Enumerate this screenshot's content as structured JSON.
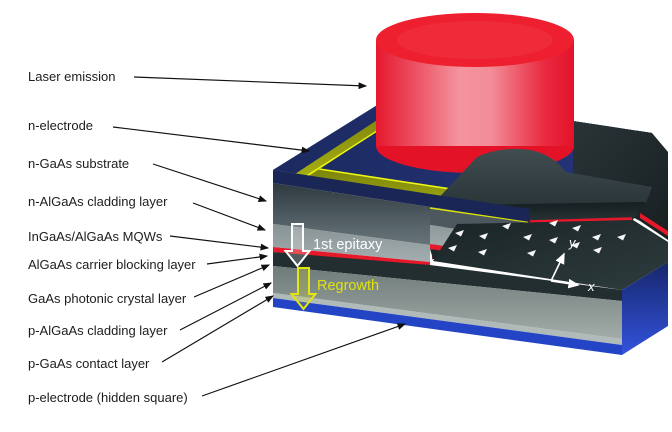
{
  "diagram": {
    "title_hint": "Layer structure of a photonic-crystal surface-emitting laser",
    "labels": [
      {
        "text": "Laser emission"
      },
      {
        "text": "n-electrode"
      },
      {
        "text": "n-GaAs substrate"
      },
      {
        "text": "n-AlGaAs cladding layer"
      },
      {
        "text": "InGaAs/AlGaAs MQWs"
      },
      {
        "text": "AlGaAs carrier blocking layer"
      },
      {
        "text": "GaAs photonic crystal layer"
      },
      {
        "text": "p-AlGaAs cladding layer"
      },
      {
        "text": "p-GaAs contact layer"
      },
      {
        "text": "p-electrode (hidden square)"
      }
    ],
    "process_annotations": {
      "first": "1st epitaxy",
      "second": "Regrowth"
    },
    "axis_labels": {
      "x": "x",
      "y": "y"
    },
    "colors": {
      "laser_red": "#ed1c2f",
      "mqw_red": "#e5192a",
      "electrode_navy": "#1d2b5e",
      "electrode_olive": "#8f9708",
      "olive_highlight": "#ecf714",
      "regrowth_yellow": "#dfe30b",
      "p_electrode_blue": "#2746c8",
      "substrate_gray": "#4a565a",
      "photonic_crystal_dark": "#1f2a2c"
    }
  }
}
